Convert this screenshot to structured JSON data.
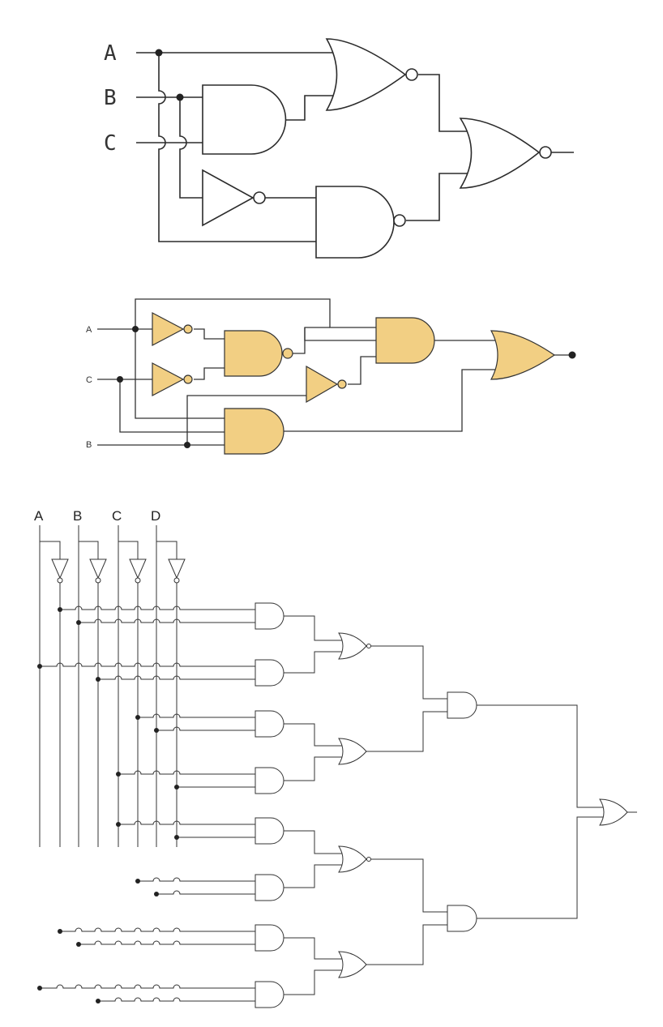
{
  "circuit1": {
    "inputs": [
      "A",
      "B",
      "C"
    ]
  },
  "circuit2": {
    "inputs": [
      "A",
      "C",
      "B"
    ]
  },
  "circuit3": {
    "inputs": [
      "A",
      "B",
      "C",
      "D"
    ]
  },
  "colors": {
    "gate_fill_circuit2": "#f2cf83",
    "wire": "#333333",
    "background": "#ffffff"
  }
}
